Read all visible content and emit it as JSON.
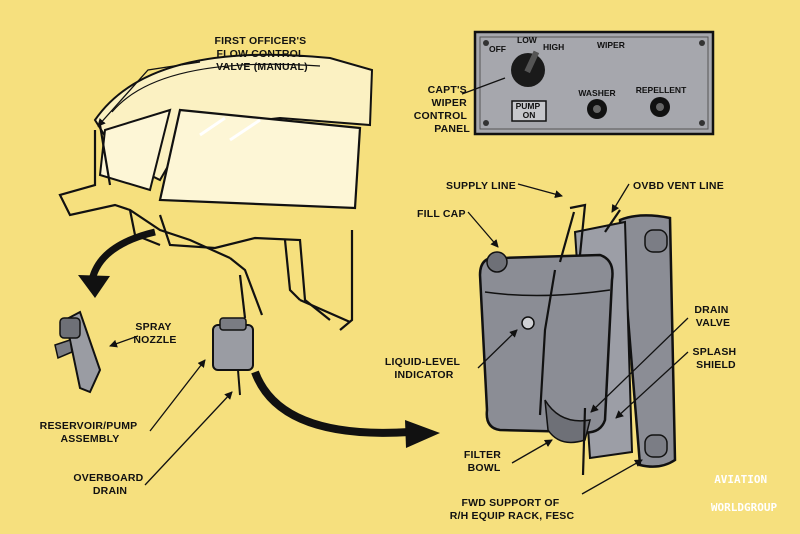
{
  "labels": {
    "first_officer_valve": [
      "FIRST OFFICER'S",
      "FLOW CONTROL",
      "VALVE (MANUAL)"
    ],
    "capt_panel": [
      "CAPT'S",
      "WIPER",
      "CONTROL",
      "PANEL"
    ],
    "spray_nozzle": [
      "SPRAY",
      "NOZZLE"
    ],
    "reservoir_pump": [
      "RESERVOIR/PUMP",
      "ASSEMBLY"
    ],
    "overboard_drain": [
      "OVERBOARD",
      "DRAIN"
    ],
    "supply_line": "SUPPLY LINE",
    "ovbd_vent_line": "OVBD VENT LINE",
    "fill_cap": "FILL CAP",
    "liquid_level": [
      "LIQUID-LEVEL",
      "INDICATOR"
    ],
    "drain_valve": [
      "DRAIN",
      "VALVE"
    ],
    "splash_shield": [
      "SPLASH",
      "SHIELD"
    ],
    "filter_bowl": [
      "FILTER",
      "BOWL"
    ],
    "fwd_support": [
      "FWD SUPPORT OF",
      "R/H EQUIP RACK, FESC"
    ]
  },
  "panel": {
    "title": "WIPER",
    "knob_positions": [
      "OFF",
      "LOW",
      "HIGH"
    ],
    "pump_button": [
      "PUMP",
      "ON"
    ],
    "washer": "WASHER",
    "repellent": "REPELLENT"
  },
  "watermark": [
    "AVIATION",
    "WORLDGROUP"
  ],
  "colors": {
    "background": "#f6e07e",
    "equipment": "#8b8d95",
    "panel": "#a6a7ad",
    "line": "#111111"
  }
}
